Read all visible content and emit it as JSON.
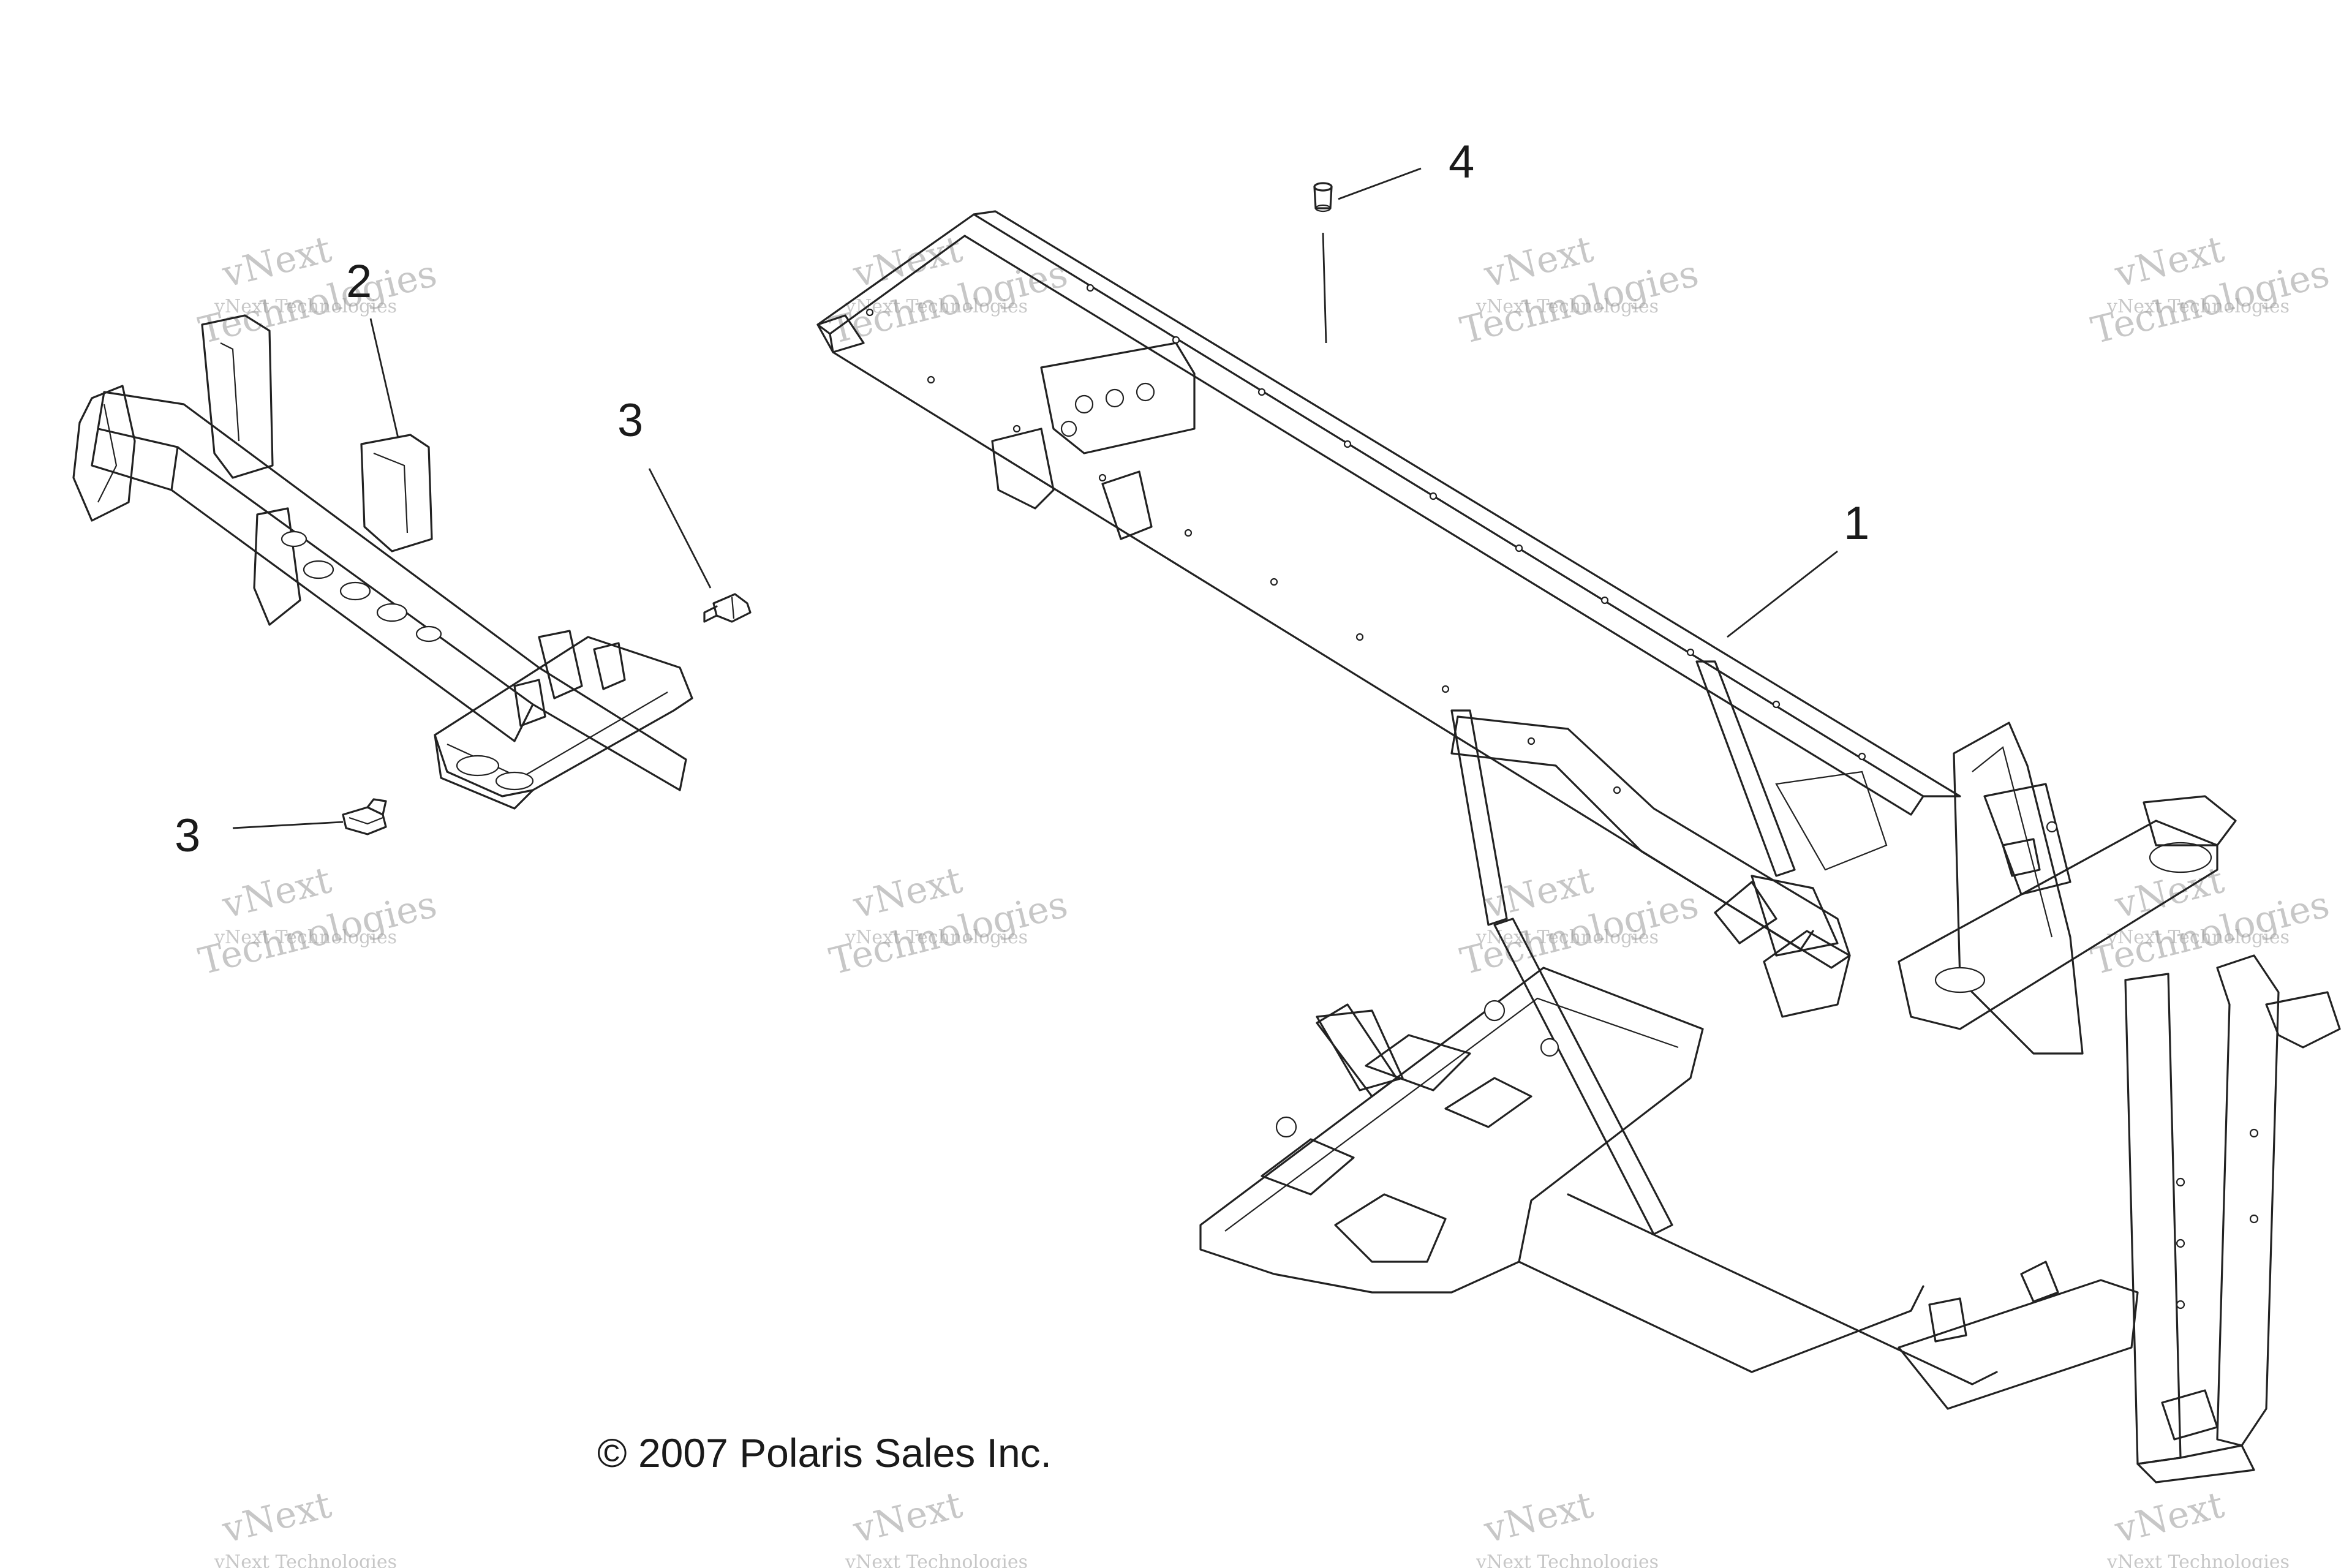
{
  "callouts": [
    {
      "id": "1",
      "label": "1"
    },
    {
      "id": "2",
      "label": "2"
    },
    {
      "id": "3a",
      "label": "3"
    },
    {
      "id": "3b",
      "label": "3"
    },
    {
      "id": "4",
      "label": "4"
    }
  ],
  "copyright": "© 2007 Polaris Sales Inc.",
  "watermark": {
    "line1": "vNext Technologies",
    "line2": "vNext",
    "line3": "Technologies"
  }
}
